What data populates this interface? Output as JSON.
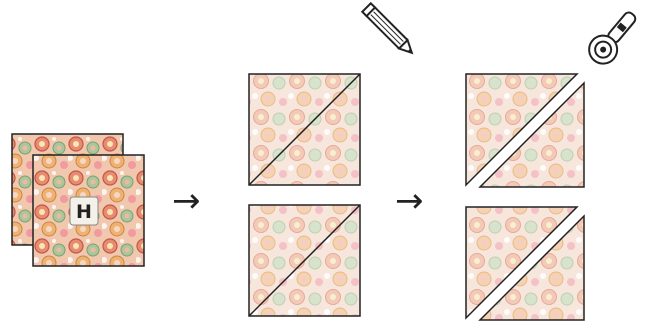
{
  "steps": [
    {
      "name": "fabric-squares",
      "label": "H"
    },
    {
      "name": "marked-squares",
      "tool": "pencil-icon"
    },
    {
      "name": "cut-squares",
      "tool": "rotary-cutter-icon"
    }
  ],
  "arrows": [
    "→",
    "→"
  ],
  "colors": {
    "fabric_dark": "#e9b39a",
    "fabric_light": "#f3dccd",
    "outline": "#222222",
    "label_bg": "#f4f0ea",
    "label_text": "#222222"
  }
}
